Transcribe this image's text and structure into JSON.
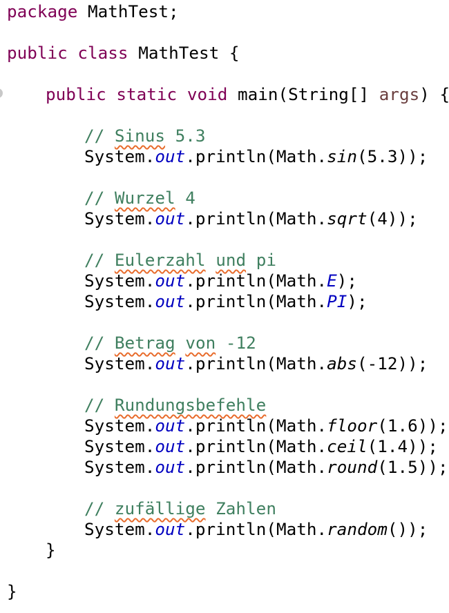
{
  "code": {
    "package_kw": "package",
    "package_name": " MathTest;",
    "class_kw1": "public",
    "class_kw2": "class",
    "class_rest": " MathTest {",
    "main_kw1": "public",
    "main_kw2": "static",
    "main_kw3": "void",
    "main_name": " main(String[] ",
    "main_param": "args",
    "main_end": ") {",
    "sys": "System.",
    "out": "out",
    "println": ".println(Math.",
    "sections": [
      {
        "comment_prefix": "// ",
        "comment_words": [
          {
            "t": "Sinus",
            "sq": true
          },
          {
            "t": " 5.3",
            "sq": false
          }
        ],
        "calls": [
          {
            "method": "sin",
            "args": "(5.3)",
            "end": ");"
          }
        ]
      },
      {
        "comment_prefix": "// ",
        "comment_words": [
          {
            "t": "Wurzel",
            "sq": true
          },
          {
            "t": " 4",
            "sq": false
          }
        ],
        "calls": [
          {
            "method": "sqrt",
            "args": "(4)",
            "end": ");"
          }
        ]
      },
      {
        "comment_prefix": "// ",
        "comment_words": [
          {
            "t": "Eulerzahl",
            "sq": true
          },
          {
            "t": " ",
            "sq": false
          },
          {
            "t": "und",
            "sq": true
          },
          {
            "t": " pi",
            "sq": false
          }
        ],
        "calls": [
          {
            "field": "E",
            "end": ");"
          },
          {
            "field": "PI",
            "end": ");"
          }
        ]
      },
      {
        "comment_prefix": "// ",
        "comment_words": [
          {
            "t": "Betrag",
            "sq": true
          },
          {
            "t": " ",
            "sq": false
          },
          {
            "t": "von",
            "sq": true
          },
          {
            "t": " -12",
            "sq": false
          }
        ],
        "calls": [
          {
            "method": "abs",
            "args": "(-12)",
            "end": ");"
          }
        ]
      },
      {
        "comment_prefix": "// ",
        "comment_words": [
          {
            "t": "Rundungsbefehle",
            "sq": true
          }
        ],
        "calls": [
          {
            "method": "floor",
            "args": "(1.6)",
            "end": ");"
          },
          {
            "method": "ceil",
            "args": "(1.4)",
            "end": ");"
          },
          {
            "method": "round",
            "args": "(1.5)",
            "end": ");"
          }
        ]
      },
      {
        "comment_prefix": "// ",
        "comment_words": [
          {
            "t": "zufällige",
            "sq": true
          },
          {
            "t": " Zahlen",
            "sq": false
          }
        ],
        "calls": [
          {
            "method": "random",
            "args": "()",
            "end": ");"
          }
        ]
      }
    ],
    "close_method": "}",
    "close_class": "}"
  },
  "colors": {
    "keyword": "#7f0055",
    "comment": "#3f7f5f",
    "field": "#0000c0",
    "param": "#6a3e3e",
    "squiggle": "#e86c2c",
    "text": "#000000",
    "background": "#ffffff"
  }
}
